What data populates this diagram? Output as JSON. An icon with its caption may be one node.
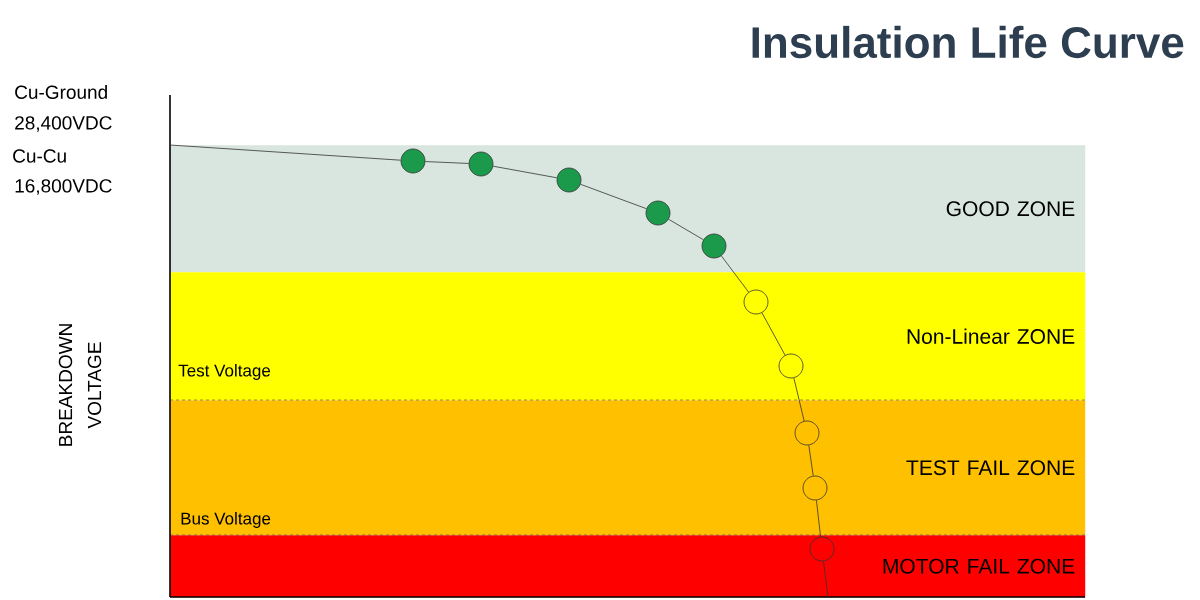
{
  "diagram": {
    "title": "Insulation Life Curve",
    "nodes": [
      {
        "text": [
          "GOOD ZONE"
        ]
      },
      {
        "text": [
          "Non-Linear ZONE"
        ]
      },
      {
        "text": [
          "TEST FAIL ZONE"
        ]
      },
      {
        "text": [
          "MOTOR FAIL ZONE"
        ]
      },
      {
        "text": [],
        "shape": "circle",
        "in": 0
      },
      {
        "text": [],
        "shape": "circle",
        "in": 0
      },
      {
        "text": [],
        "shape": "circle",
        "in": 0
      },
      {
        "text": [],
        "shape": "circle",
        "in": 0
      },
      {
        "text": [],
        "shape": "circle",
        "in": 0
      },
      {
        "text": [],
        "shape": "circle",
        "in": 1
      },
      {
        "text": [],
        "shape": "circle",
        "in": 1
      },
      {
        "text": [],
        "shape": "circle",
        "in": 2
      },
      {
        "text": [],
        "shape": "circle",
        "in": 2
      },
      {
        "text": [],
        "shape": "circle",
        "in": 3
      }
    ],
    "edges": [
      {
        "from": null,
        "to": 4,
        "arrow": "none"
      },
      {
        "from": 4,
        "to": 5,
        "arrow": "none"
      },
      {
        "from": 5,
        "to": 6,
        "arrow": "none"
      },
      {
        "from": 6,
        "to": 7,
        "arrow": "none"
      },
      {
        "from": 7,
        "to": 8,
        "arrow": "none"
      },
      {
        "from": 8,
        "to": 9,
        "arrow": "none"
      },
      {
        "from": 9,
        "to": 10,
        "arrow": "none"
      },
      {
        "from": 10,
        "to": 11,
        "arrow": "none"
      },
      {
        "from": 11,
        "to": 12,
        "arrow": "none"
      },
      {
        "from": 12,
        "to": 13,
        "arrow": "none"
      },
      {
        "from": 13,
        "to": 3,
        "arrow": "none"
      }
    ],
    "labels": [
      "Cu-Ground",
      "28,400VDC",
      "Cu-Cu",
      "16,800VDC",
      "BREAKDOWN VOLTAGE",
      "Test Voltage",
      "Bus Voltage"
    ]
  }
}
